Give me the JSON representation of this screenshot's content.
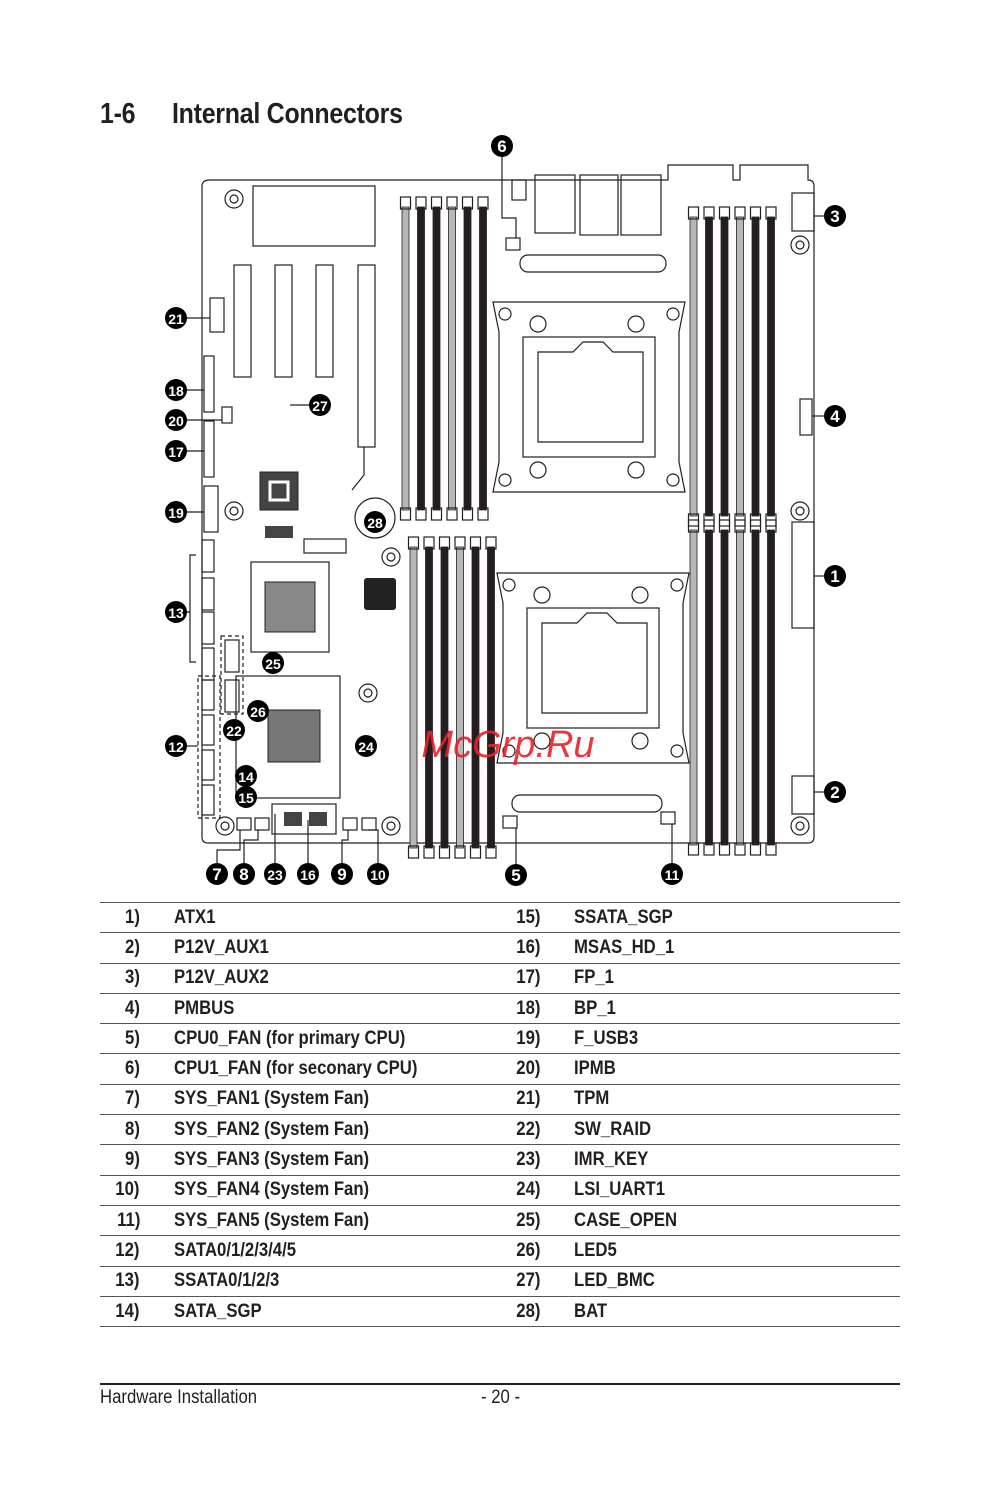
{
  "section": {
    "number": "1-6",
    "title": "Internal Connectors"
  },
  "diagram": {
    "callouts": [
      "1",
      "2",
      "3",
      "4",
      "5",
      "6",
      "7",
      "8",
      "9",
      "10",
      "11",
      "12",
      "13",
      "14",
      "15",
      "16",
      "17",
      "18",
      "19",
      "20",
      "21",
      "22",
      "23",
      "24",
      "25",
      "26",
      "27",
      "28"
    ],
    "watermark": "McGrp.Ru",
    "watermark_color": "#e8202a"
  },
  "connectors": [
    {
      "num": "1)",
      "name": "ATX1"
    },
    {
      "num": "2)",
      "name": "P12V_AUX1"
    },
    {
      "num": "3)",
      "name": "P12V_AUX2"
    },
    {
      "num": "4)",
      "name": "PMBUS"
    },
    {
      "num": "5)",
      "name": "CPU0_FAN (for primary CPU)"
    },
    {
      "num": "6)",
      "name": "CPU1_FAN (for seconary CPU)"
    },
    {
      "num": "7)",
      "name": "SYS_FAN1 (System Fan)"
    },
    {
      "num": "8)",
      "name": "SYS_FAN2 (System Fan)"
    },
    {
      "num": "9)",
      "name": "SYS_FAN3 (System Fan)"
    },
    {
      "num": "10)",
      "name": "SYS_FAN4 (System Fan)"
    },
    {
      "num": "11)",
      "name": "SYS_FAN5 (System Fan)"
    },
    {
      "num": "12)",
      "name": "SATA0/1/2/3/4/5"
    },
    {
      "num": "13)",
      "name": "SSATA0/1/2/3"
    },
    {
      "num": "14)",
      "name": "SATA_SGP"
    },
    {
      "num": "15)",
      "name": "SSATA_SGP"
    },
    {
      "num": "16)",
      "name": "MSAS_HD_1"
    },
    {
      "num": "17)",
      "name": "FP_1"
    },
    {
      "num": "18)",
      "name": "BP_1"
    },
    {
      "num": "19)",
      "name": "F_USB3"
    },
    {
      "num": "20)",
      "name": "IPMB"
    },
    {
      "num": "21)",
      "name": "TPM"
    },
    {
      "num": "22)",
      "name": "SW_RAID"
    },
    {
      "num": "23)",
      "name": "IMR_KEY"
    },
    {
      "num": "24)",
      "name": "LSI_UART1"
    },
    {
      "num": "25)",
      "name": "CASE_OPEN"
    },
    {
      "num": "26)",
      "name": "LED5"
    },
    {
      "num": "27)",
      "name": "LED_BMC"
    },
    {
      "num": "28)",
      "name": "BAT"
    }
  ],
  "footer": {
    "left": "Hardware Installation",
    "page": "- 20 -"
  }
}
